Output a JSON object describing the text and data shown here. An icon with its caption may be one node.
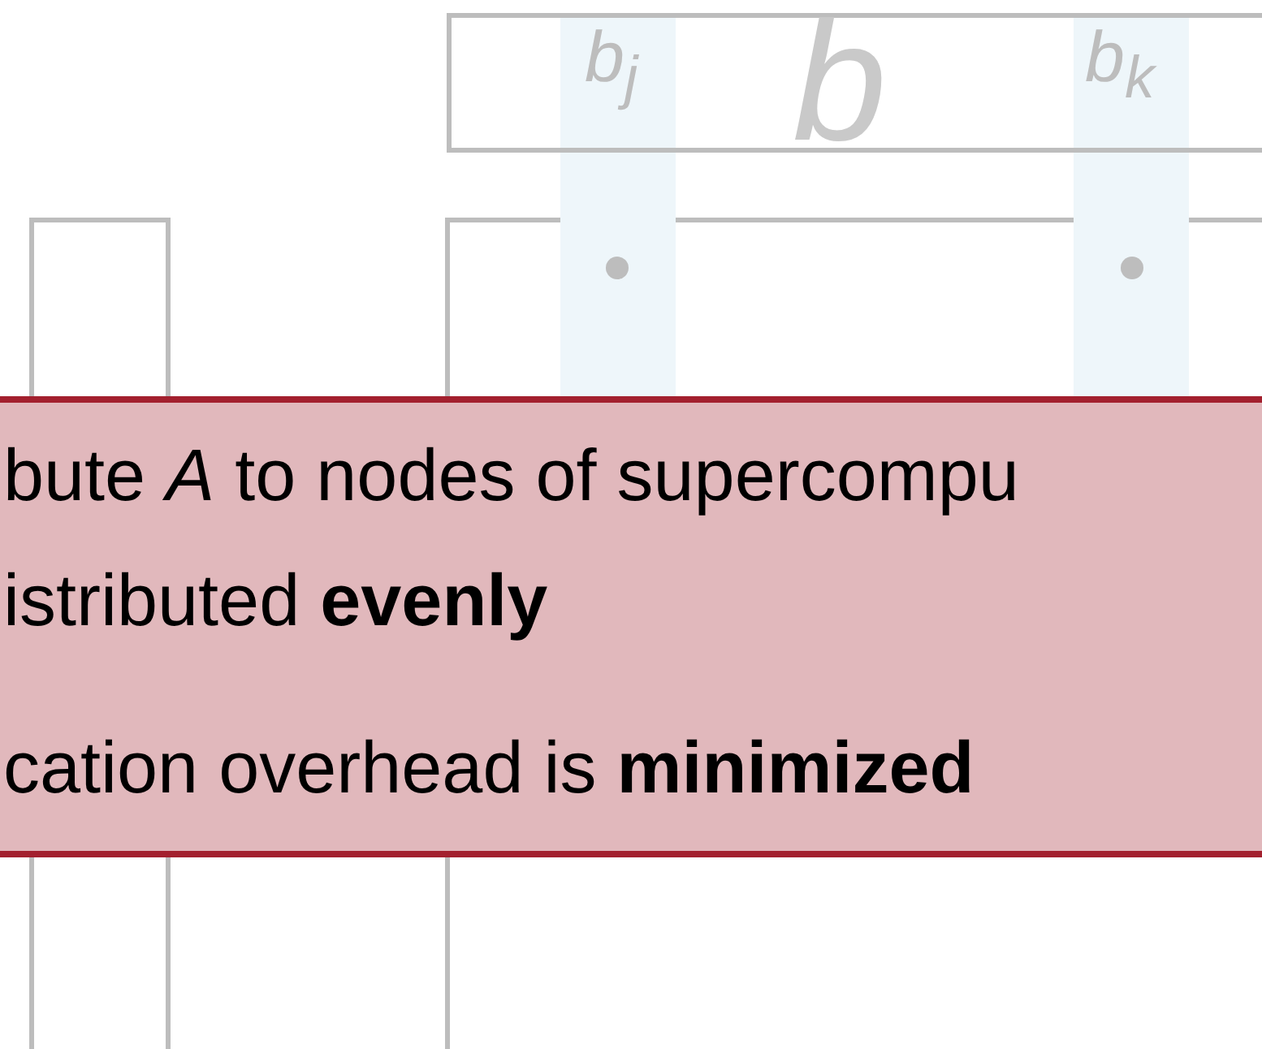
{
  "diagram": {
    "nodes": [
      {
        "text": [
          "b"
        ]
      },
      {
        "text": [],
        "shape": "box"
      },
      {
        "text": [],
        "shape": "box"
      },
      {
        "text": [
          "bute *A* to nodes of supercompu",
          "istributed **evenly**",
          "cation overhead is **minimized**"
        ]
      }
    ],
    "labels": [
      "b$_{j}$",
      "b$_{k}$"
    ]
  }
}
